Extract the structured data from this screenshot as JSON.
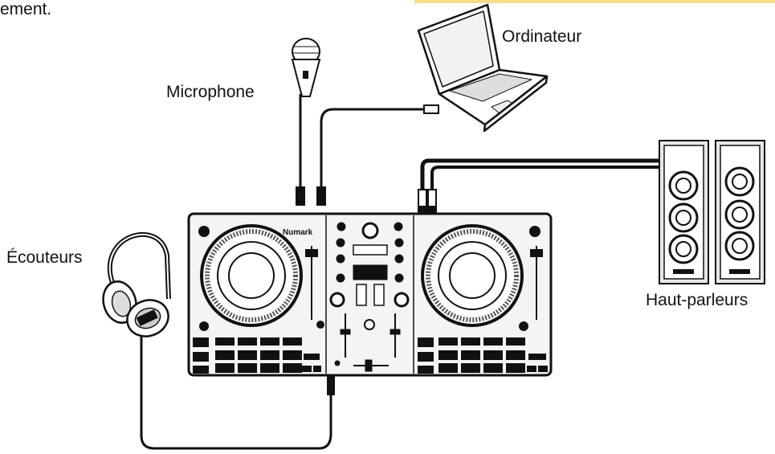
{
  "page": {
    "text_fragment": "ement."
  },
  "labels": {
    "microphone": "Microphone",
    "ordinateur": "Ordinateur",
    "ecouteurs": "Écouteurs",
    "haut_parleurs": "Haut-parleurs"
  },
  "controller": {
    "brand": "Numark"
  },
  "colors": {
    "banner": "#f6dd8c",
    "line": "#111111"
  }
}
